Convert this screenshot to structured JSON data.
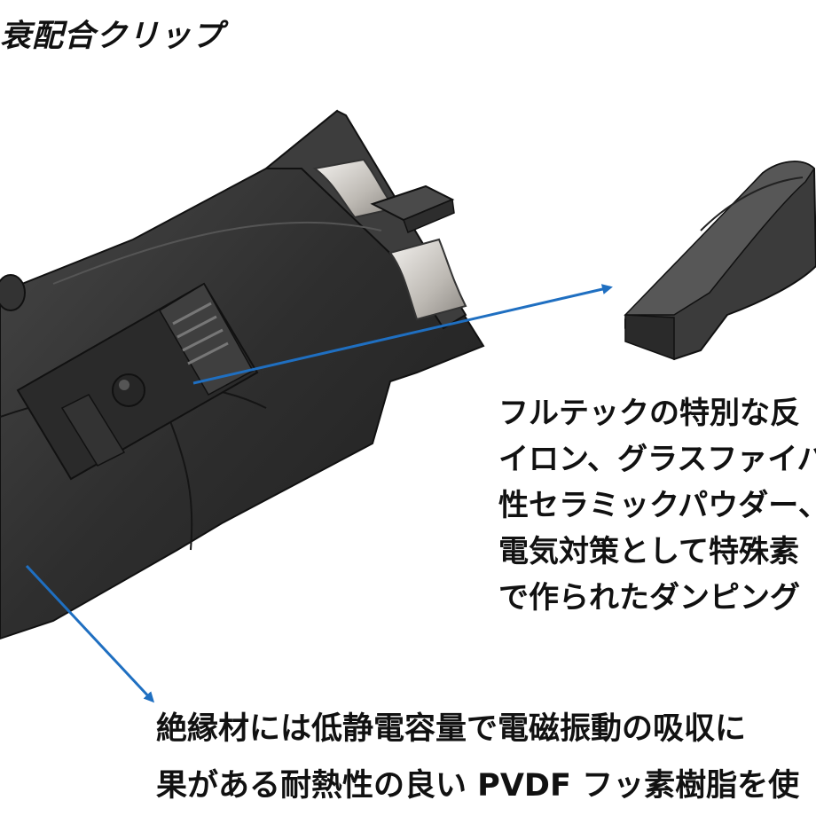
{
  "title": "衰配合クリップ",
  "callout_right": {
    "lines": [
      "フルテックの特別な反",
      "イロン、グラスファイバ",
      "性セラミックパウダー、",
      "電気対策として特殊素",
      "で作られたダンピング"
    ]
  },
  "callout_bottom": {
    "lines": [
      "絶縁材には低静電容量で電磁振動の吸収に",
      "果がある耐熱性の良い PVDF フッ素樹脂を使"
    ]
  },
  "colors": {
    "arrow": "#1f6fc1",
    "body_dark": "#2b2b2b",
    "body_mid": "#3a3a3a",
    "metal": "#d8d5d0"
  }
}
